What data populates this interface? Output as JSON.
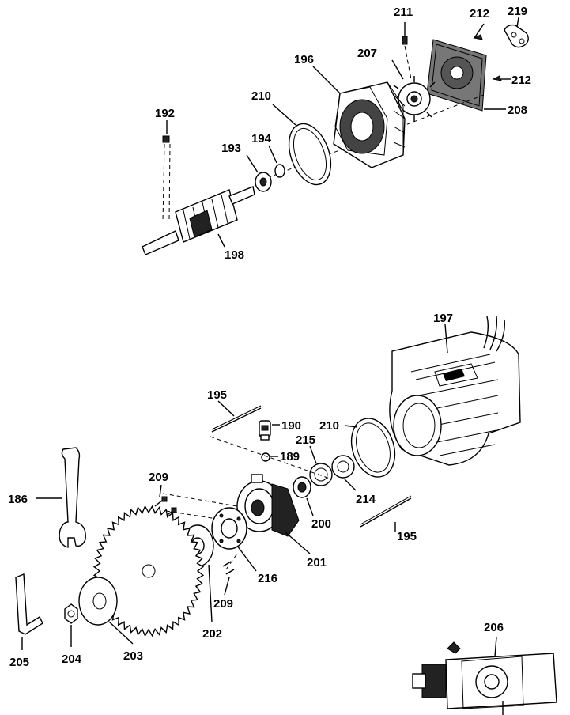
{
  "labels": {
    "l192": "192",
    "l193": "193",
    "l194": "194",
    "l196": "196",
    "l198": "198",
    "l207": "207",
    "l208": "208",
    "l210a": "210",
    "l211": "211",
    "l212a": "212",
    "l212b": "212",
    "l219": "219",
    "l197": "197",
    "l195a": "195",
    "l190": "190",
    "l215": "215",
    "l210b": "210",
    "l189": "189",
    "l209a": "209",
    "l186": "186",
    "l214": "214",
    "l200": "200",
    "l195b": "195",
    "l201": "201",
    "l216": "216",
    "l209b": "209",
    "l202": "202",
    "l205": "205",
    "l204": "204",
    "l203": "203",
    "l206": "206"
  }
}
